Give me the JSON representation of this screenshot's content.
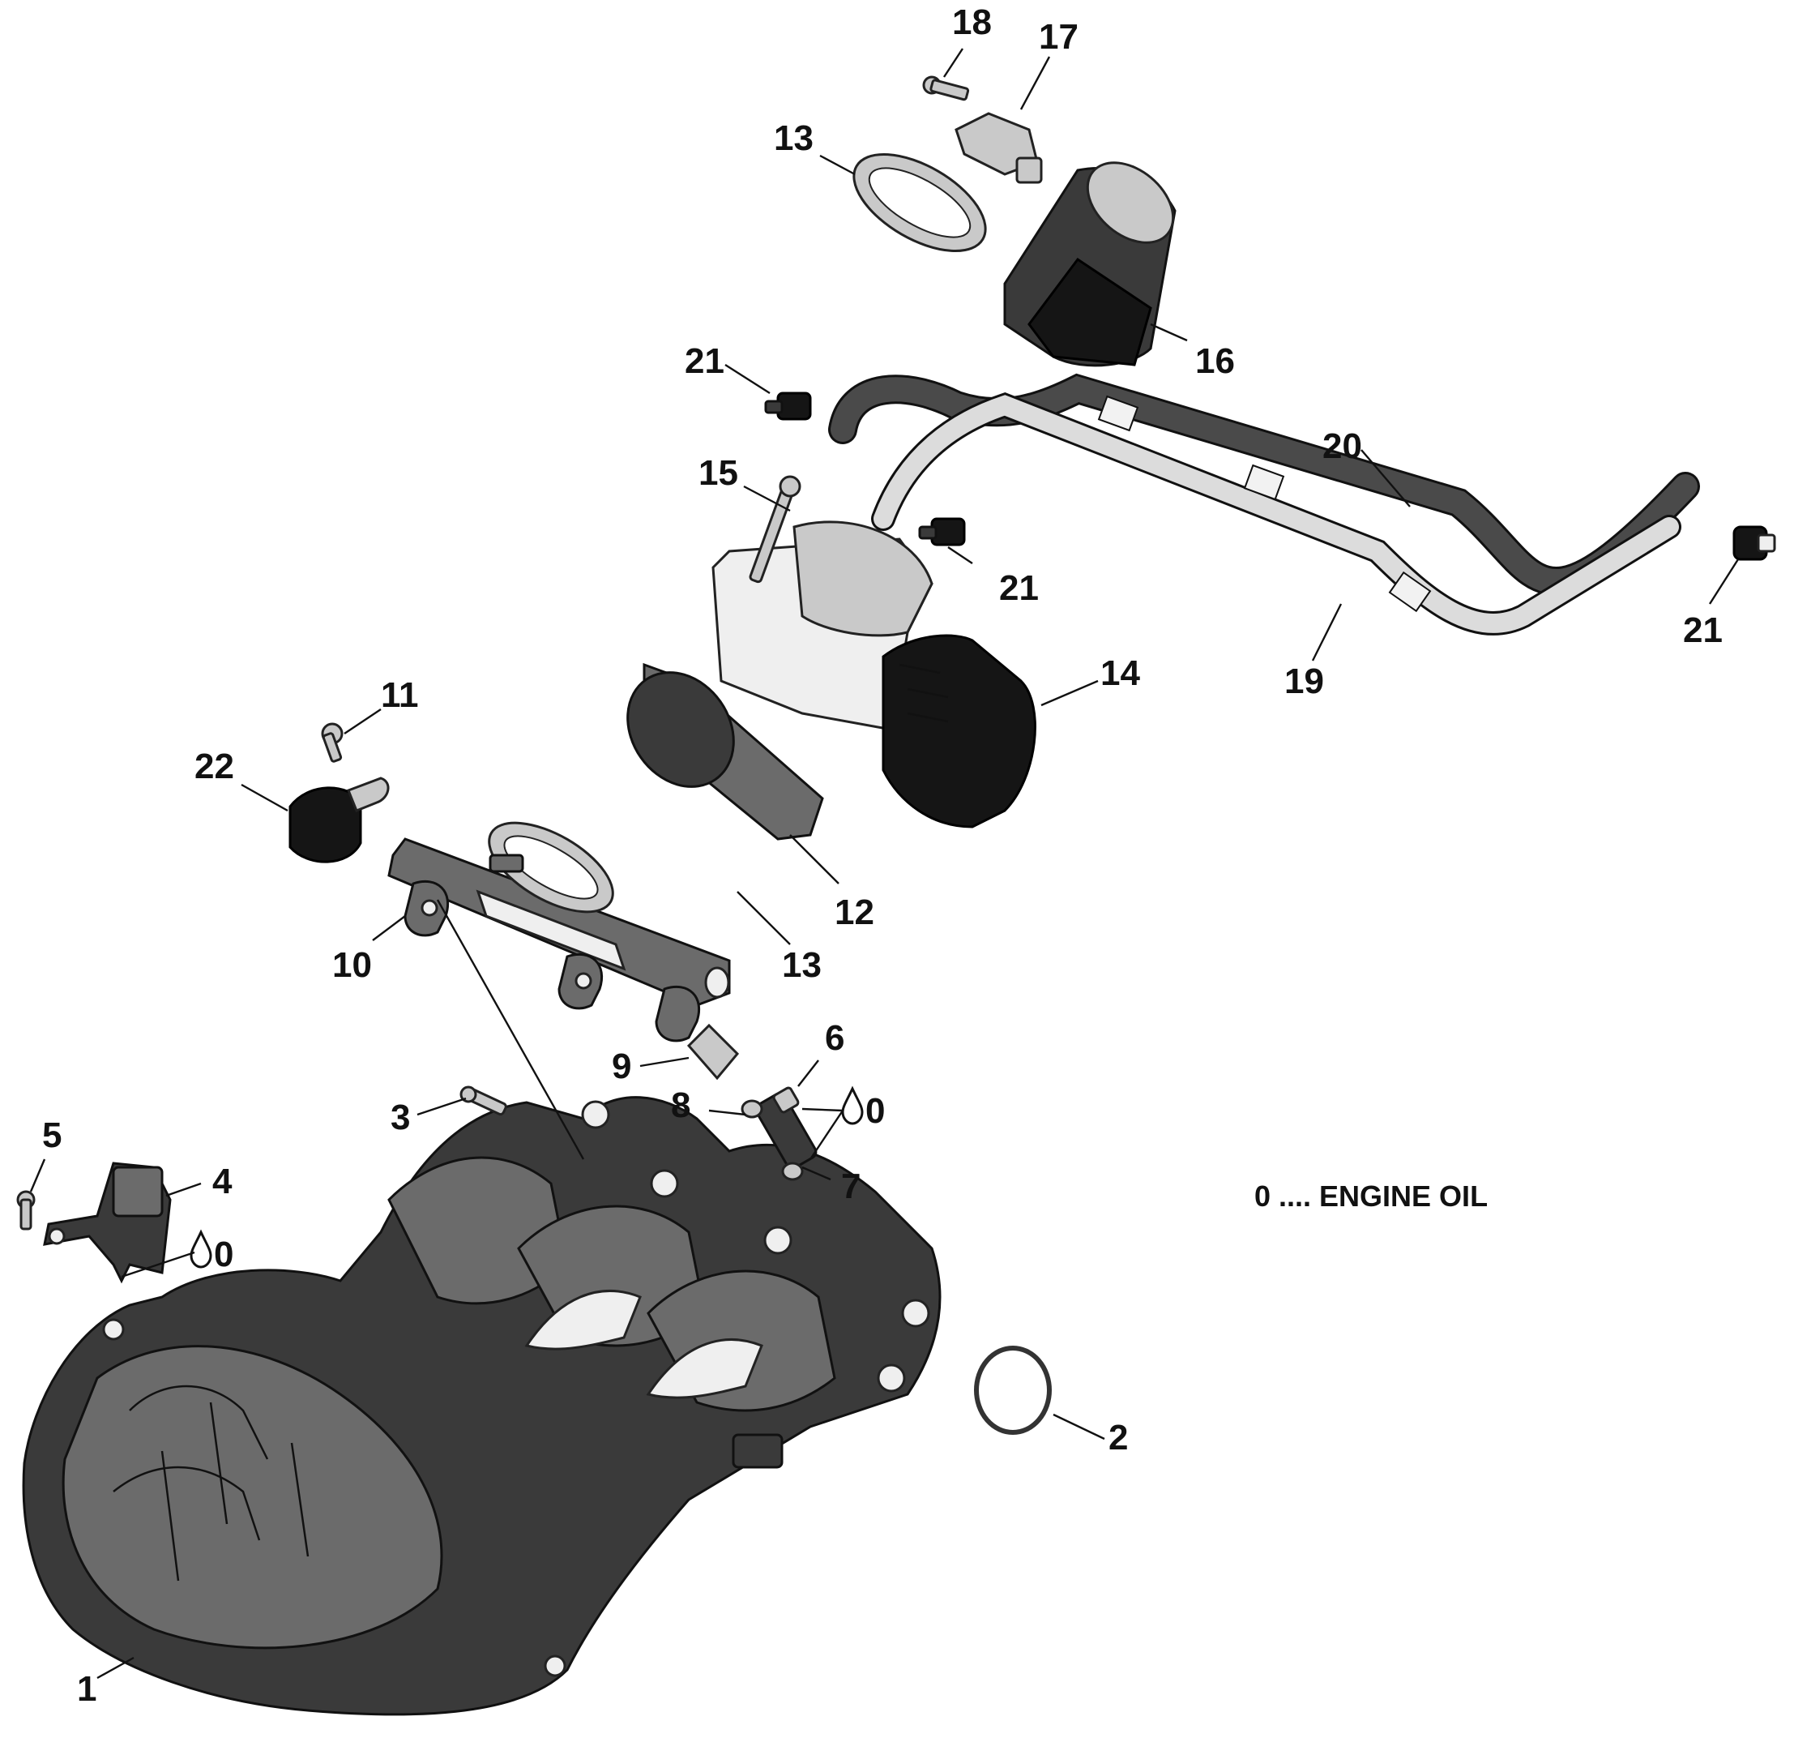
{
  "legend": {
    "symbol_label": "0",
    "separator": "....",
    "text": "ENGINE OIL",
    "line": "0 .... ENGINE OIL"
  },
  "callouts": [
    {
      "id": "1",
      "label": "1"
    },
    {
      "id": "2",
      "label": "2"
    },
    {
      "id": "3",
      "label": "3"
    },
    {
      "id": "4",
      "label": "4"
    },
    {
      "id": "5",
      "label": "5"
    },
    {
      "id": "6",
      "label": "6"
    },
    {
      "id": "7",
      "label": "7"
    },
    {
      "id": "8",
      "label": "8"
    },
    {
      "id": "9",
      "label": "9"
    },
    {
      "id": "10",
      "label": "10"
    },
    {
      "id": "11",
      "label": "11"
    },
    {
      "id": "12",
      "label": "12"
    },
    {
      "id": "13a",
      "label": "13"
    },
    {
      "id": "13b",
      "label": "13"
    },
    {
      "id": "14",
      "label": "14"
    },
    {
      "id": "15",
      "label": "15"
    },
    {
      "id": "16",
      "label": "16"
    },
    {
      "id": "17",
      "label": "17"
    },
    {
      "id": "18",
      "label": "18"
    },
    {
      "id": "19",
      "label": "19"
    },
    {
      "id": "20",
      "label": "20"
    },
    {
      "id": "21a",
      "label": "21"
    },
    {
      "id": "21b",
      "label": "21"
    },
    {
      "id": "21c",
      "label": "21"
    },
    {
      "id": "22",
      "label": "22"
    }
  ],
  "oil_markers": [
    {
      "id": "oil-8",
      "label": "0"
    },
    {
      "id": "oil-4",
      "label": "0"
    }
  ]
}
